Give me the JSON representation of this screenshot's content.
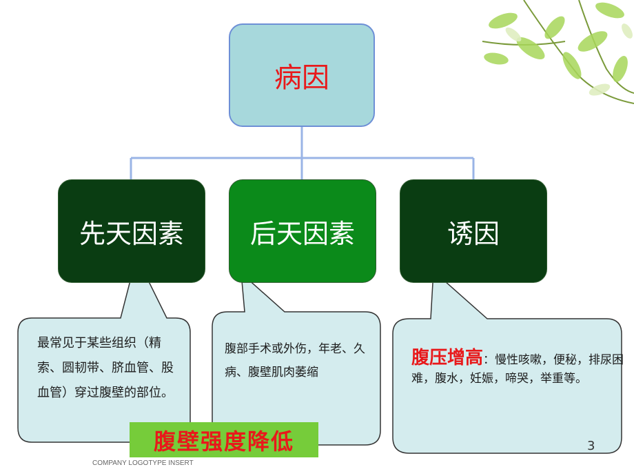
{
  "root": {
    "label": "病因"
  },
  "causes": [
    {
      "label": "先天因素"
    },
    {
      "label": "后天因素"
    },
    {
      "label": "诱因"
    }
  ],
  "callouts": {
    "congenital": "最常见于某些组织（精索、圆韧带、脐血管、股血管）穿过腹壁的部位。",
    "acquired": "腹部手术或外伤，年老、久病、腹壁肌肉萎缩",
    "inducing": {
      "highlight": "腹压增高",
      "text": "：慢性咳嗽，便秘，排尿困难，腹水，妊娠，啼哭，举重等。"
    }
  },
  "badge": "腹壁强度降低",
  "page_number": "3",
  "footer": "COMPANY LOGOTYPE INSERT",
  "colors": {
    "root_fill": "#a7d8dc",
    "root_border": "#6d8fd6",
    "dark_green": "#0a3d12",
    "mid_green": "#0b8a1a",
    "callout_fill": "#d4ecee",
    "badge_fill": "#76cc3a",
    "red": "#e8191b"
  }
}
